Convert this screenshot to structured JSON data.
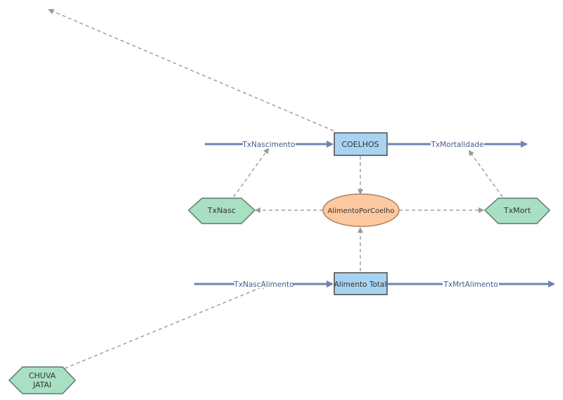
{
  "diagram": {
    "stocks": [
      {
        "id": "coelhos",
        "label": "COELHOS"
      },
      {
        "id": "alimento_total",
        "label": "Alimento Total"
      }
    ],
    "auxiliaries": [
      {
        "id": "alimento_por_coelho",
        "label": "AlimentoPorCoelho"
      }
    ],
    "parameters": [
      {
        "id": "txnasc",
        "label": "TxNasc"
      },
      {
        "id": "txmort",
        "label": "TxMort"
      },
      {
        "id": "chuva_jatai",
        "label_line1": "CHUVA",
        "label_line2": "JATAI"
      }
    ],
    "flows": [
      {
        "id": "txnascimento",
        "label": "TxNascimento"
      },
      {
        "id": "txmortalidade",
        "label": "TxMortalidade"
      },
      {
        "id": "txnascalimento",
        "label": "TxNascAlimento"
      },
      {
        "id": "txmrtalimento",
        "label": "TxMrtAlimento"
      }
    ],
    "colors": {
      "flow": "#6d84b4",
      "link": "#a0a0a0",
      "stock_fill": "#a8d4f2",
      "stock_stroke": "#4a4a4a",
      "aux_fill": "#fcc9a0",
      "aux_stroke": "#b08060",
      "param_fill": "#a9e0c3",
      "param_stroke": "#5a7a6a"
    }
  }
}
